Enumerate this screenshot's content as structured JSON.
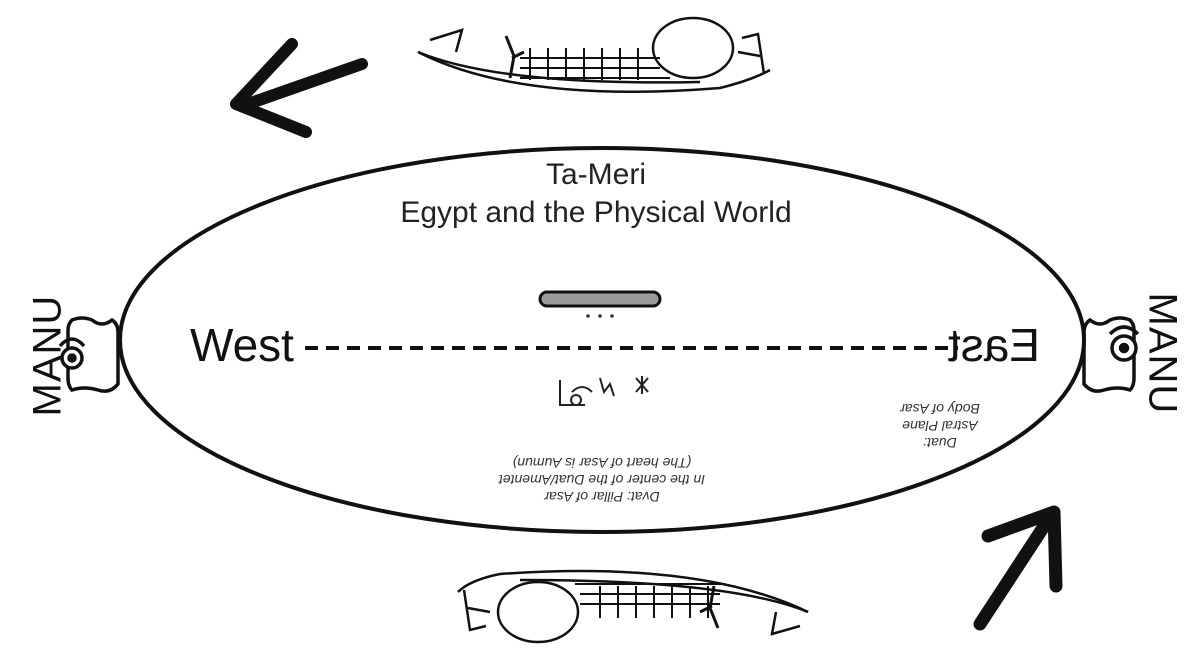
{
  "title_line1": "Ta-Meri",
  "title_line2": "Egypt and the Physical World",
  "west_label": "West",
  "east_label": "East",
  "manu_left": "MANU",
  "manu_right": "MANU",
  "center_note": {
    "line1": "Dvat: Pillar of Asar",
    "line2": "In the center of the Duat/Amentet",
    "line3": "(The heart of Asar is Aumun)"
  },
  "east_note": {
    "line1": "Duat:",
    "line2": "Astral Plane",
    "line3": "Body of Asar"
  },
  "icons": {
    "top_boat": "solar-barque-icon",
    "bottom_boat": "solar-barque-icon",
    "left_mountain": "akhet-mountain-icon",
    "right_mountain": "akhet-mountain-icon",
    "top_arrow": "arrow-left-icon",
    "bottom_arrow": "arrow-up-right-icon"
  },
  "colors": {
    "ink": "#111111",
    "background": "#ffffff"
  }
}
